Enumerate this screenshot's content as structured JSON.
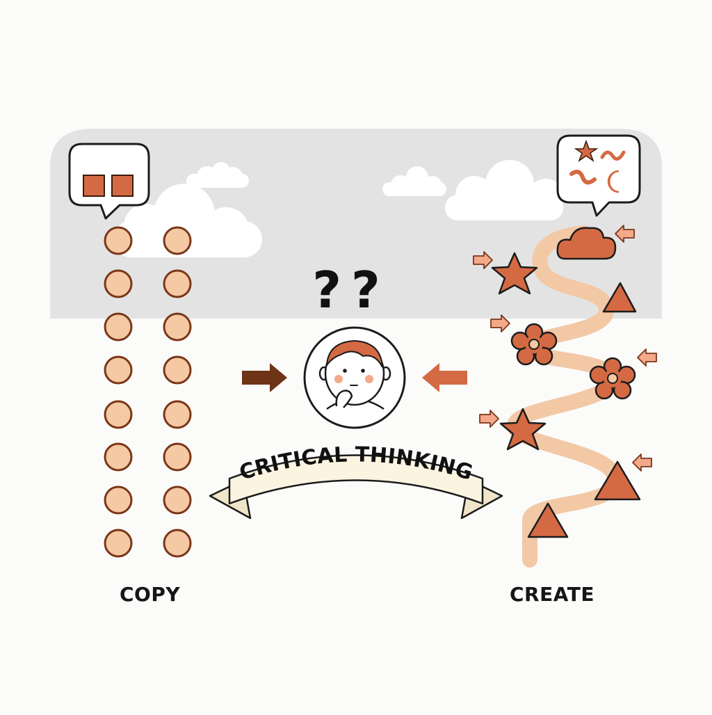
{
  "diagram": {
    "left_label": "COPY",
    "right_label": "CREATE",
    "center_banner": "CRITICAL THINKING",
    "question_marks": "??"
  },
  "colors": {
    "accent": "#d46a43",
    "dot_fill": "#f4c9a4",
    "dot_stroke": "#7a3618",
    "dark_arrow": "#6e3416",
    "path": "#f3c8a5",
    "backdrop": "#e3e3e3",
    "banner_fill": "#fbf4e1"
  },
  "icons": {
    "copy_bubble": "two-squares-speech-bubble-icon",
    "create_bubble": "mixed-shapes-speech-bubble-icon",
    "thinker": "thinking-person-icon"
  }
}
